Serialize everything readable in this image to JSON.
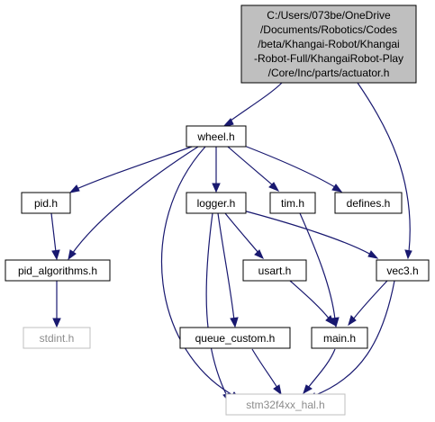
{
  "graph": {
    "root": {
      "lines": [
        "C:/Users/073be/OneDrive",
        "/Documents/Robotics/Codes",
        "/beta/Khangai-Robot/Khangai",
        "-Robot-Full/KhangaiRobot-Play",
        "/Core/Inc/parts/actuator.h"
      ]
    },
    "nodes": {
      "wheel": "wheel.h",
      "pid": "pid.h",
      "logger": "logger.h",
      "tim": "tim.h",
      "defines": "defines.h",
      "pid_algorithms": "pid_algorithms.h",
      "usart": "usart.h",
      "vec3": "vec3.h",
      "stdint": "stdint.h",
      "queue_custom": "queue_custom.h",
      "main": "main.h",
      "stm32": "stm32f4xx_hal.h"
    },
    "edges": [
      [
        "root",
        "wheel"
      ],
      [
        "root",
        "vec3"
      ],
      [
        "wheel",
        "pid"
      ],
      [
        "wheel",
        "pid_algorithms"
      ],
      [
        "wheel",
        "logger"
      ],
      [
        "wheel",
        "tim"
      ],
      [
        "wheel",
        "defines"
      ],
      [
        "wheel",
        "stm32"
      ],
      [
        "pid",
        "pid_algorithms"
      ],
      [
        "pid_algorithms",
        "stdint"
      ],
      [
        "logger",
        "usart"
      ],
      [
        "logger",
        "vec3"
      ],
      [
        "logger",
        "queue_custom"
      ],
      [
        "logger",
        "stm32"
      ],
      [
        "tim",
        "main"
      ],
      [
        "usart",
        "main"
      ],
      [
        "vec3",
        "main"
      ],
      [
        "vec3",
        "stm32"
      ],
      [
        "queue_custom",
        "stm32"
      ],
      [
        "main",
        "stm32"
      ]
    ],
    "colors": {
      "edge": "#191970",
      "root_fill": "#bfbfbf",
      "external_border": "#bfbfbf",
      "external_text": "#8c8c8c"
    }
  }
}
